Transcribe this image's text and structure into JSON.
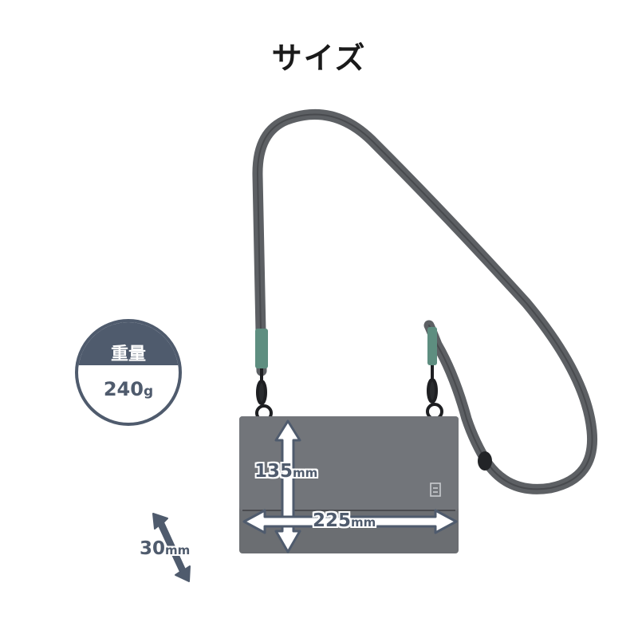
{
  "title": "サイズ",
  "weight": {
    "label": "重量",
    "value": "240",
    "unit": "g"
  },
  "dimensions": {
    "height": {
      "value": "135",
      "unit": "mm"
    },
    "width": {
      "value": "225",
      "unit": "mm"
    },
    "depth": {
      "value": "30",
      "unit": "mm"
    }
  },
  "colors": {
    "accent": "#4f5b6d",
    "bag_body": "#6b6e72",
    "strap": "#5d6064",
    "tab_green": "#5e8e80"
  }
}
